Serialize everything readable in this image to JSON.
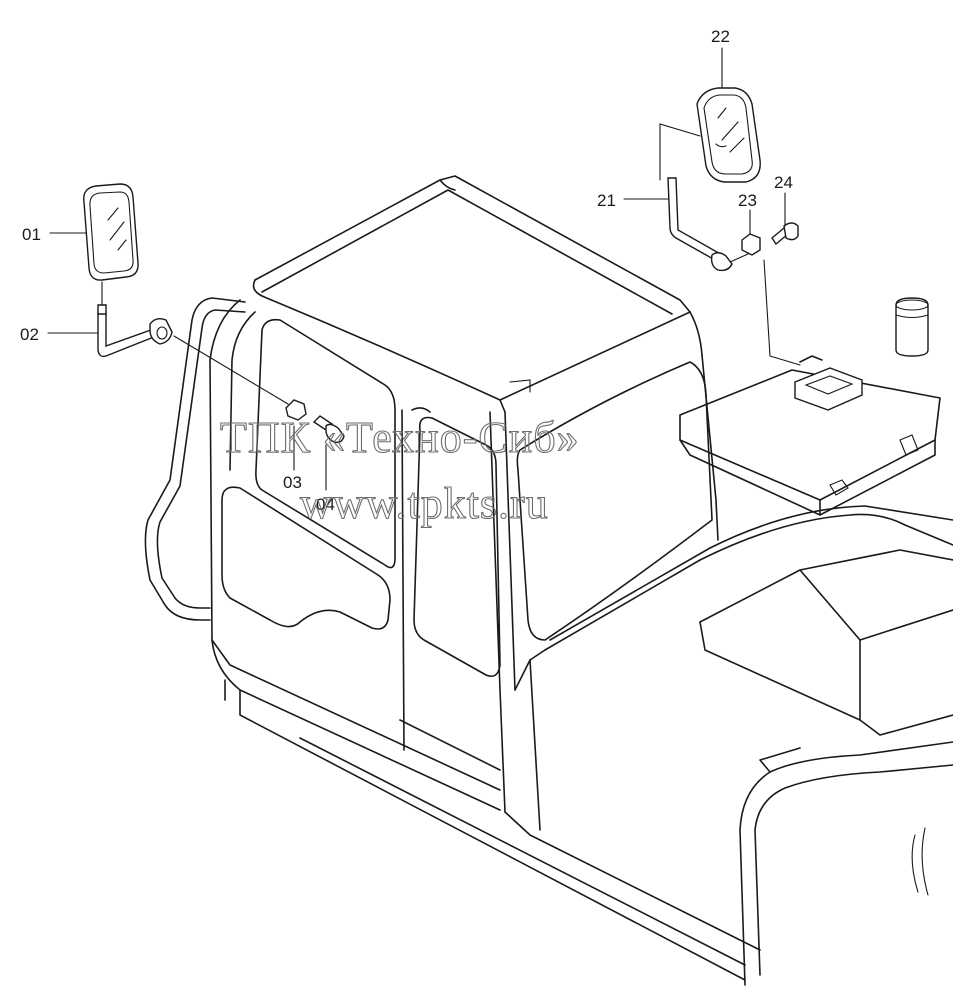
{
  "diagram": {
    "callouts": [
      {
        "id": "01",
        "text": "01"
      },
      {
        "id": "02",
        "text": "02"
      },
      {
        "id": "03",
        "text": "03"
      },
      {
        "id": "04",
        "text": "04"
      },
      {
        "id": "21",
        "text": "21"
      },
      {
        "id": "22",
        "text": "22"
      },
      {
        "id": "23",
        "text": "23"
      },
      {
        "id": "24",
        "text": "24"
      }
    ]
  },
  "watermark": {
    "line1": "ТПК «Техно-Сиб»",
    "line2": "www.tpkts.ru"
  },
  "colors": {
    "line": "#1a1a1a",
    "watermark": "#6e6e6e",
    "background": "#ffffff"
  }
}
